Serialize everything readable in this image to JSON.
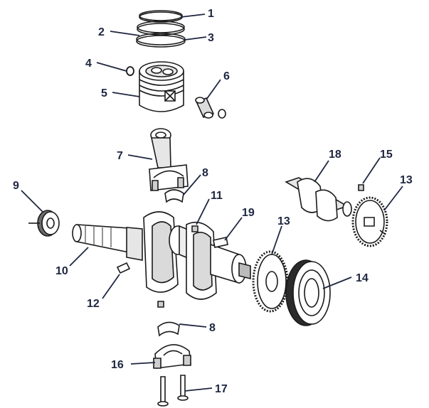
{
  "diagram": {
    "callouts": [
      {
        "id": "c1",
        "label": "1"
      },
      {
        "id": "c2",
        "label": "2"
      },
      {
        "id": "c3",
        "label": "3"
      },
      {
        "id": "c4",
        "label": "4"
      },
      {
        "id": "c5",
        "label": "5"
      },
      {
        "id": "c6",
        "label": "6"
      },
      {
        "id": "c7",
        "label": "7"
      },
      {
        "id": "c8a",
        "label": "8"
      },
      {
        "id": "c9",
        "label": "9"
      },
      {
        "id": "c10",
        "label": "10"
      },
      {
        "id": "c11",
        "label": "11"
      },
      {
        "id": "c12",
        "label": "12"
      },
      {
        "id": "c13a",
        "label": "13"
      },
      {
        "id": "c13b",
        "label": "13"
      },
      {
        "id": "c14",
        "label": "14"
      },
      {
        "id": "c15",
        "label": "15"
      },
      {
        "id": "c16",
        "label": "16"
      },
      {
        "id": "c17",
        "label": "17"
      },
      {
        "id": "c18",
        "label": "18"
      },
      {
        "id": "c19",
        "label": "19"
      },
      {
        "id": "c8b",
        "label": "8"
      }
    ],
    "colors": {
      "line_art": "#1a1a1a",
      "callout_text": "#1e2640",
      "background": "#ffffff"
    }
  }
}
